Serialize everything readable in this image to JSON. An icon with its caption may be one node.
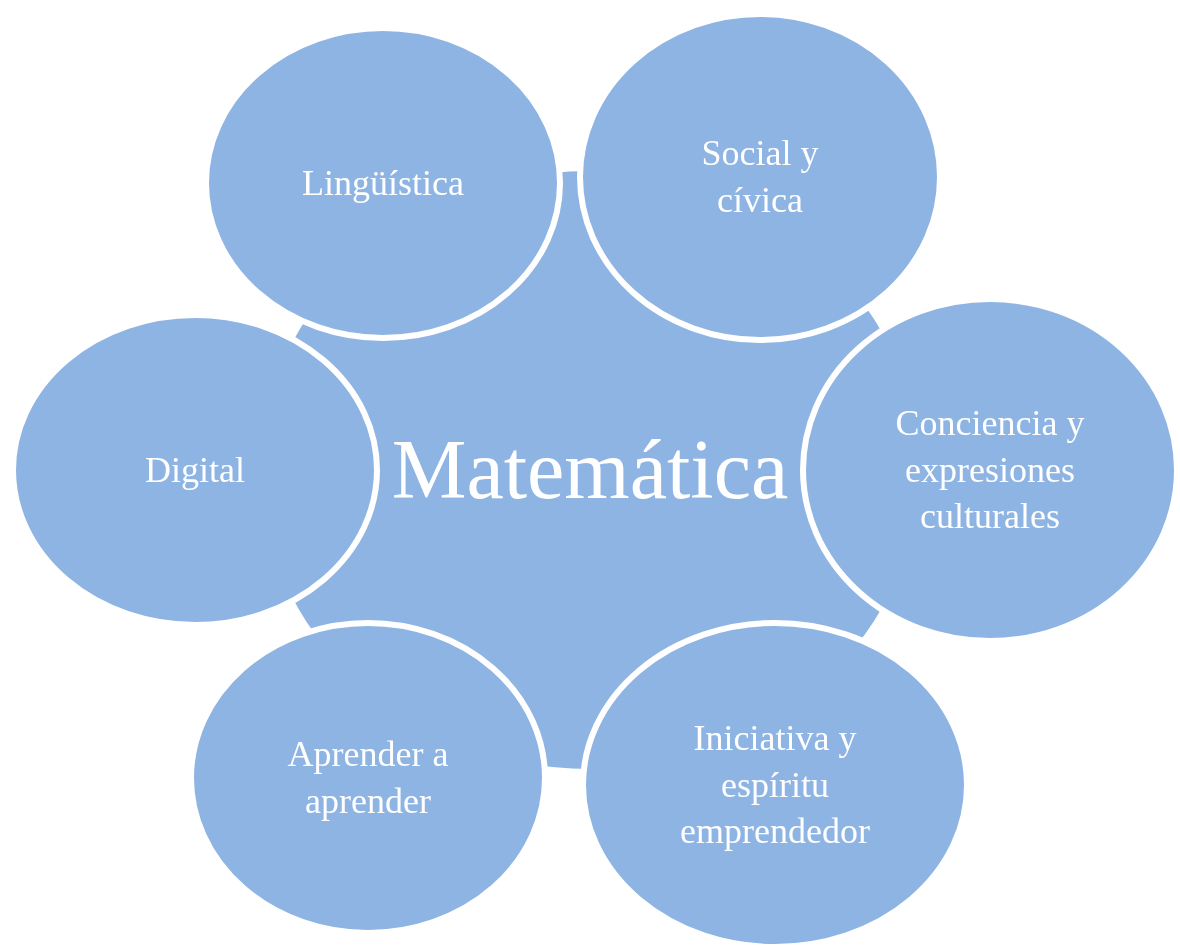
{
  "diagram": {
    "nodes": [
      {
        "text": [
          "Lingüística"
        ]
      },
      {
        "text": [
          "Social y cívica"
        ]
      },
      {
        "text": [
          "Digital"
        ]
      },
      {
        "text": [
          "Matemática"
        ]
      },
      {
        "text": [
          "Conciencia y expresiones culturales"
        ]
      },
      {
        "text": [
          "Aprender a aprender"
        ]
      },
      {
        "text": [
          "Iniciativa y espíritu emprendedor"
        ]
      }
    ]
  }
}
